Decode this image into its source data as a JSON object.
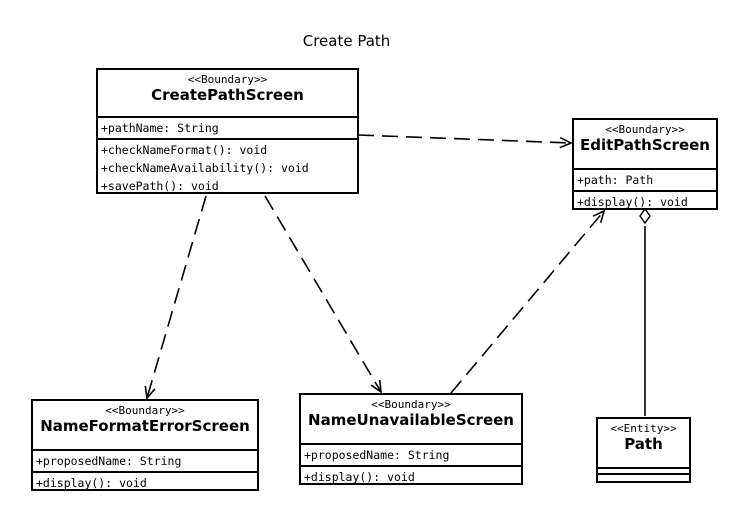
{
  "diagram": {
    "title": "Create Path"
  },
  "classes": {
    "create_path_screen": {
      "stereotype": "<<Boundary>>",
      "name": "CreatePathScreen",
      "attributes": [
        "+pathName: String"
      ],
      "operations": [
        "+checkNameFormat(): void",
        "+checkNameAvailability(): void",
        "+savePath(): void"
      ]
    },
    "edit_path_screen": {
      "stereotype": "<<Boundary>>",
      "name": "EditPathScreen",
      "attributes": [
        "+path: Path"
      ],
      "operations": [
        "+display(): void"
      ]
    },
    "name_format_error_screen": {
      "stereotype": "<<Boundary>>",
      "name": "NameFormatErrorScreen",
      "attributes": [
        "+proposedName: String"
      ],
      "operations": [
        "+display(): void"
      ]
    },
    "name_unavailable_screen": {
      "stereotype": "<<Boundary>>",
      "name": "NameUnavailableScreen",
      "attributes": [
        "+proposedName: String"
      ],
      "operations": [
        "+display(): void"
      ]
    },
    "path": {
      "stereotype": "<<Entity>>",
      "name": "Path",
      "attributes": [],
      "operations": []
    }
  },
  "relationships": [
    {
      "from": "CreatePathScreen",
      "to": "EditPathScreen",
      "type": "dependency"
    },
    {
      "from": "CreatePathScreen",
      "to": "NameFormatErrorScreen",
      "type": "dependency"
    },
    {
      "from": "CreatePathScreen",
      "to": "NameUnavailableScreen",
      "type": "dependency"
    },
    {
      "from": "NameUnavailableScreen",
      "to": "EditPathScreen",
      "type": "dependency"
    },
    {
      "from": "EditPathScreen",
      "to": "Path",
      "type": "aggregation"
    }
  ]
}
